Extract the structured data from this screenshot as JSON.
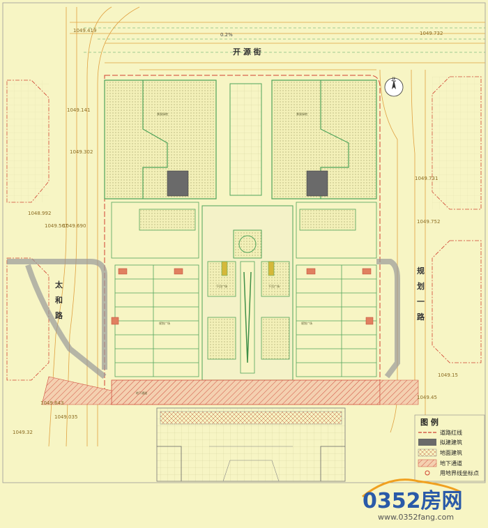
{
  "roads": {
    "north": "开 源 街",
    "west": [
      "太",
      "和",
      "路"
    ],
    "east": [
      "规",
      "划",
      "一",
      "路"
    ]
  },
  "grade": "0.2%",
  "compass": "北",
  "elevations": [
    "1049.419",
    "1049.141",
    "1049.302",
    "1048.992",
    "1049.567",
    "1049.690",
    "1049.732",
    "1049.731",
    "1049.752",
    "1049.15",
    "1049.45",
    "1049.32",
    "1049.643",
    "1049.035"
  ],
  "plots": [
    "景观绿地",
    "景观绿地",
    "规划广场",
    "规划广场",
    "下沉广场",
    "下沉广场",
    "地下通道"
  ],
  "legend": {
    "title": "图 例",
    "items": [
      {
        "key": "road-redline",
        "label": "道路红线"
      },
      {
        "key": "proposed-building",
        "label": "拟建建筑"
      },
      {
        "key": "ground-building",
        "label": "地面建筑"
      },
      {
        "key": "underground-passage",
        "label": "地下通道"
      },
      {
        "key": "land-boundary",
        "label": "用地界线坐标点"
      }
    ]
  },
  "watermark": {
    "brand": "0352房网",
    "url": "www.0352fang.com"
  },
  "colors": {
    "background": "#f7f5c4",
    "road_line": "#e0a040",
    "redline": "#d04030",
    "green": "#4fa35a",
    "building": "#6a6a6a",
    "hatch": "#d05040"
  }
}
